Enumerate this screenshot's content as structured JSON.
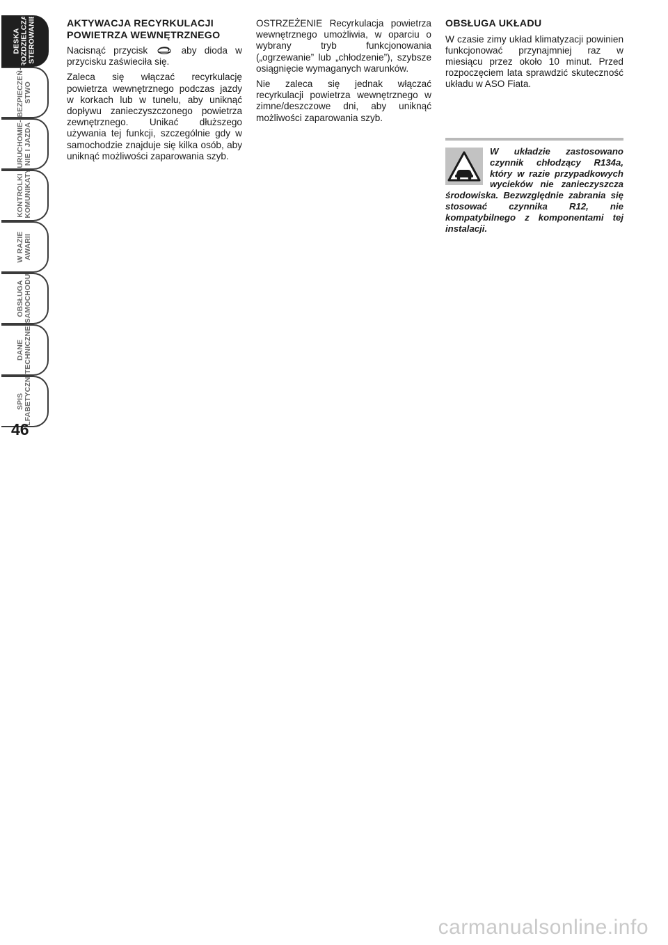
{
  "side_tabs": [
    {
      "label": "DESKA\nROZDZIELCZA\nI STEROWANIE",
      "active": true
    },
    {
      "label": "BEZPIECZEŃ-\nSTWO",
      "active": false
    },
    {
      "label": "URUCHOMIE-\nNIE I JAZDA",
      "active": false
    },
    {
      "label": "KONTROLKI\nI KOMUNIKATY",
      "active": false
    },
    {
      "label": "W RAZIE\nAWARII",
      "active": false
    },
    {
      "label": "OBSŁUGA\nSAMOCHODU",
      "active": false
    },
    {
      "label": "DANE\nTECHNICZNE",
      "active": false
    },
    {
      "label": "SPIS\nALFABETYCZNY",
      "active": false
    }
  ],
  "page_number": "46",
  "col1": {
    "heading": "AKTYWACJA RECYRKULACJI POWIETRZA WEWNĘTRZNEGO",
    "p1_before": "Nacisnąć przycisk",
    "p1_icon": "recirculation-icon",
    "p1_after": "aby dioda w przycisku zaświeciła się.",
    "p2": "Zaleca się włączać recyrkulację powietrza wewnętrznego podczas jazdy w korkach lub w tunelu, aby uniknąć dopływu zanieczyszczonego powietrza zewnętrznego. Unikać dłuższego używania tej funkcji, szczególnie gdy w samochodzie znajduje się kilka osób, aby uniknąć możliwości zaparowania szyb."
  },
  "col2": {
    "p1": "OSTRZEŻENIE Recyrkulacja powietrza wewnętrznego umożliwia, w oparciu o wybrany tryb funkcjonowania („ogrzewanie” lub „chłodzenie”), szybsze osiągnięcie wymaganych warunków.",
    "p2": "Nie zaleca się jednak włączać recyrkulacji powietrza wewnętrznego w zimne/deszczowe dni, aby uniknąć możliwości zaparowania szyb."
  },
  "col3": {
    "heading": "OBSŁUGA UKŁADU",
    "p1": "W czasie zimy układ klimatyzacji powinien funkcjonować przynajmniej raz w miesiącu przez około 10 minut. Przed rozpoczęciem lata sprawdzić skuteczność układu w ASO Fiata."
  },
  "warning": {
    "icon": "environment-warning-icon",
    "text": "W układzie zastosowano czynnik chłodzący R134a, który w razie przypadkowych wycieków nie zanieczyszcza środowiska. Bezwzględnie zabrania się stosować czynnika R12, nie kompatybilnego z komponentami tej instalacji."
  },
  "watermark": "carmanualsonline.info"
}
